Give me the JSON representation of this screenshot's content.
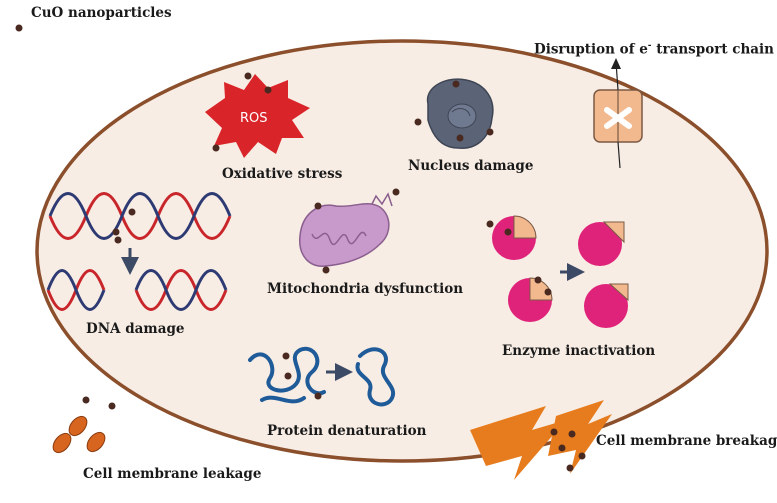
{
  "legend": {
    "label": "CuO nanoparticles"
  },
  "labels": {
    "ros": "ROS",
    "oxidative_stress": "Oxidative stress",
    "nucleus_damage": "Nucleus damage",
    "etc_prefix": "Disruption of e",
    "etc_sup": "-",
    "etc_suffix": " transport chain",
    "dna_damage": "DNA damage",
    "mitochondria": "Mitochondria dysfunction",
    "enzyme": "Enzyme inactivation",
    "protein": "Protein denaturation",
    "leakage": "Cell membrane leakage",
    "breakage": "Cell membrane breakage"
  },
  "colors": {
    "cell_fill": "#f8ede4",
    "cell_border": "#8b4f2c",
    "nanoparticle": "#4a2a20",
    "ros_burst": "#d9252a",
    "nucleus": "#5b6477",
    "membrane_protein": "#f2b98e",
    "dna_red": "#c9262b",
    "dna_blue": "#2d3a73",
    "mitochondria": "#c89acb",
    "enzyme_pink": "#e0237a",
    "enzyme_wedge": "#f2b98e",
    "protein": "#1f5b99",
    "leak_oval": "#d7651f",
    "lightning": "#e67c1e"
  },
  "icons": [
    "ros-burst-icon",
    "nucleus-icon",
    "membrane-protein-icon",
    "dna-helix-icon",
    "mitochondria-icon",
    "enzyme-icon",
    "protein-coil-icon",
    "leak-oval-icon",
    "lightning-bolt-icon",
    "arrow-icon"
  ]
}
